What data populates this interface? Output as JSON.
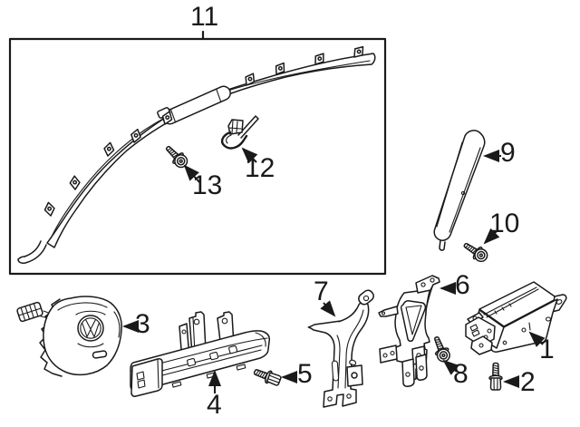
{
  "diagram": {
    "background": "#ffffff",
    "line_color": "#1a1a1a",
    "callouts": [
      {
        "label": "1"
      },
      {
        "label": "2"
      },
      {
        "label": "3"
      },
      {
        "label": "4"
      },
      {
        "label": "5"
      },
      {
        "label": "6"
      },
      {
        "label": "7"
      },
      {
        "label": "8"
      },
      {
        "label": "9"
      },
      {
        "label": "10"
      },
      {
        "label": "11"
      },
      {
        "label": "12"
      },
      {
        "label": "13"
      }
    ]
  }
}
